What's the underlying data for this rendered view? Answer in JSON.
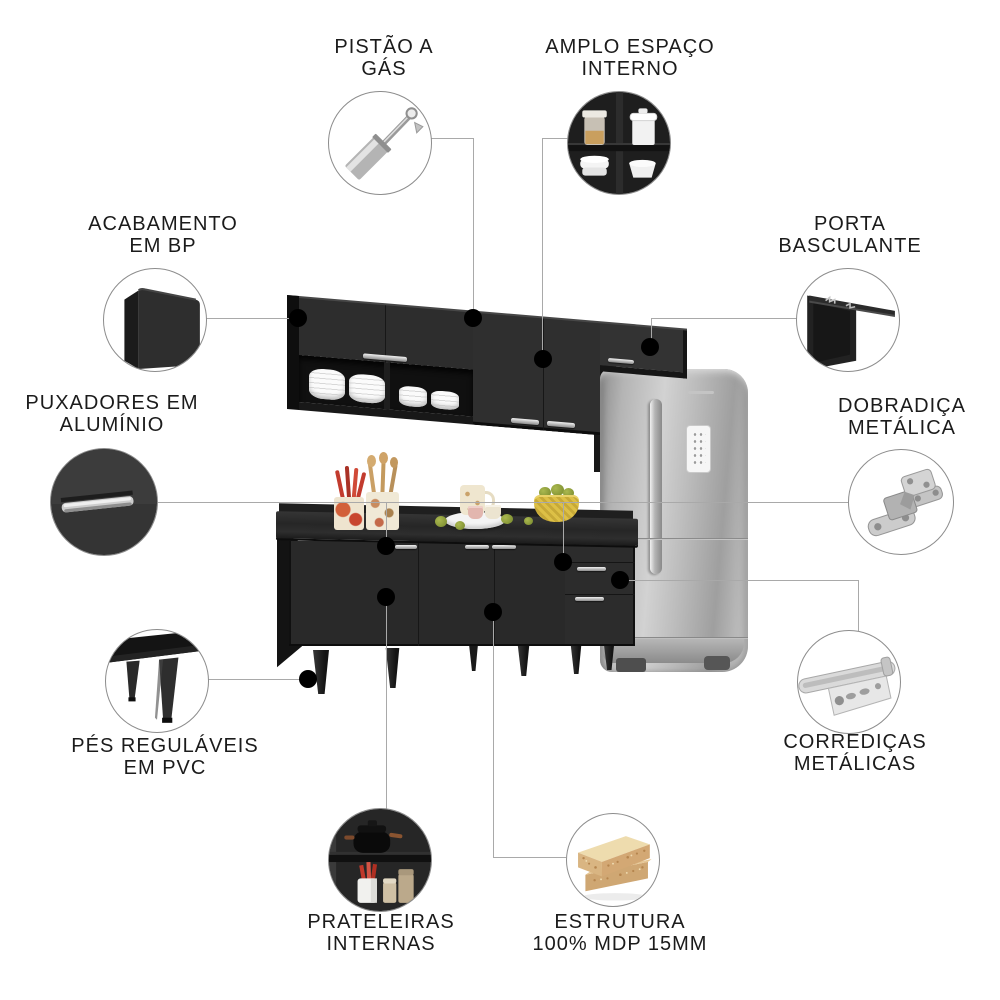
{
  "callouts": [
    {
      "id": "pistao-a-gas",
      "line1": "PISTÃO A",
      "line2": "GÁS",
      "icon": "gas-piston-icon"
    },
    {
      "id": "amplo-espaco-interno",
      "line1": "AMPLO ESPAÇO",
      "line2": "INTERNO",
      "icon": "open-shelves-icon"
    },
    {
      "id": "acabamento-em-bp",
      "line1": "ACABAMENTO",
      "line2": "EM BP",
      "icon": "bp-finish-panel-icon"
    },
    {
      "id": "porta-basculante",
      "line1": "PORTA",
      "line2": "BASCULANTE",
      "icon": "flip-up-door-icon"
    },
    {
      "id": "puxadores-em-aluminio",
      "line1": "PUXADORES EM",
      "line2": "ALUMÍNIO",
      "icon": "aluminum-handle-icon"
    },
    {
      "id": "dobradica-metalica",
      "line1": "DOBRADIÇA",
      "line2": "METÁLICA",
      "icon": "metal-hinge-icon"
    },
    {
      "id": "pes-regulaveis-em-pvc",
      "line1": "PÉS REGULÁVEIS",
      "line2": "EM PVC",
      "icon": "pvc-feet-icon"
    },
    {
      "id": "corredicas-metalicas",
      "line1": "CORREDIÇAS",
      "line2": "METÁLICAS",
      "icon": "metal-slide-icon"
    },
    {
      "id": "prateleiras-internas",
      "line1": "PRATELEIRAS",
      "line2": "INTERNAS",
      "icon": "internal-shelves-icon"
    },
    {
      "id": "estrutura-mdp",
      "line1": "ESTRUTURA",
      "line2": "100% MDP 15MM",
      "icon": "mdp-board-icon"
    }
  ],
  "colors": {
    "background": "#ffffff",
    "label_text": "#1b1b1b",
    "connector_line": "#a9a9a9",
    "callout_dot": "#000000",
    "circle_border": "#8c8c8c",
    "cabinet_black": "#2b2b2b",
    "cabinet_dark": "#121212",
    "handle_silver": "#d9d9d9",
    "fridge_silver": "#bdbdbd",
    "bowl_yellow": "#ddc046",
    "pear_green": "#8a9a3a",
    "wood_mdp_tan": "#d9b582",
    "utensil_red": "#c0392b"
  }
}
